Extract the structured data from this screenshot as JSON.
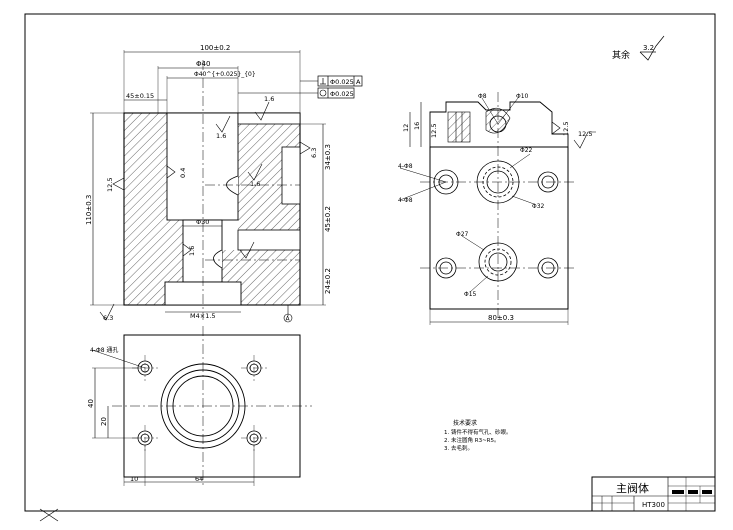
{
  "remaining_roughness": {
    "label": "其余",
    "value": "3.2"
  },
  "front_view": {
    "dim_width": "100±0.2",
    "dim_bore_top": "Φ40",
    "dim_bore_inner": "Φ40^{+0.025}_{0}",
    "dim_left_offset": "45±0.15",
    "dim_height": "110±0.3",
    "dim_34": "34±0.3",
    "dim_45": "45±0.2",
    "dim_24": "24±0.2",
    "dim_d30": "Φ30",
    "dim_thread": "M4×1.5",
    "tol_perp_value": "Φ0.025",
    "tol_perp_datum": "A",
    "tol_cyl_value": "Φ0.025",
    "rough_top": "1.6",
    "rough_bore": "1.6",
    "rough_left": "12.5",
    "rough_bottom": "6.3",
    "rough_mid": "1.6",
    "rough_lower": "1.6",
    "rough_right": "6.3",
    "rough_mid2": "0.4",
    "datum_label": "A"
  },
  "side_view": {
    "dim_width": "80±0.3",
    "dim_12": "12",
    "dim_16": "16",
    "dim_125": "12.5",
    "rough_right": "12.5",
    "rough_far": "12.5",
    "label_phi8": "Φ8",
    "label_phi10": "Φ10",
    "label_phi22": "Φ22",
    "label_phi32": "Φ32",
    "label_phi27": "Φ27",
    "label_phi15": "Φ15",
    "label_4h": "4-Φ8",
    "label_4c": "4-Φ8"
  },
  "top_view": {
    "hole_label": "4-Φ8 通孔",
    "dim_40": "40",
    "dim_20": "20",
    "dim_10": "10",
    "dim_64": "64"
  },
  "notes": {
    "title": "技术要求",
    "lines": [
      "1. 铸件不得有气孔、砂眼。",
      "2. 未注圆角 R3~R5。",
      "3. 去毛刺。"
    ]
  },
  "title_block": {
    "part_name": "主阀体",
    "material": "HT300"
  }
}
